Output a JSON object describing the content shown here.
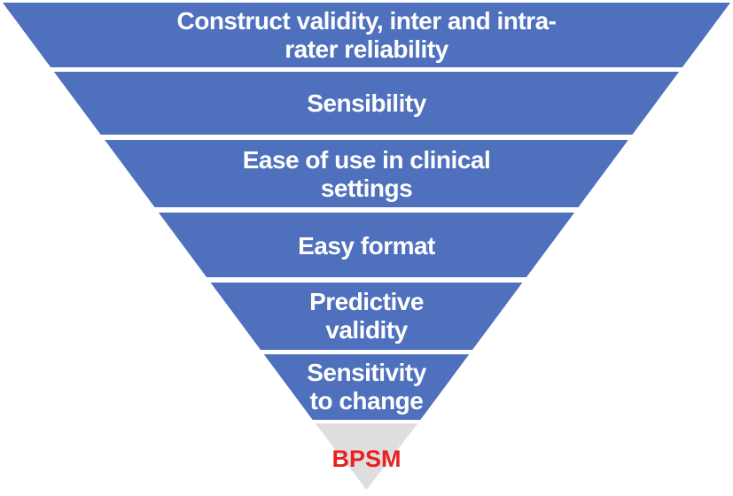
{
  "diagram": {
    "type": "inverted-pyramid",
    "levels": [
      {
        "label": "Construct validity, inter and intra-rater reliability",
        "lines": [
          "Construct validity, inter and intra-",
          "rater reliability"
        ]
      },
      {
        "label": "Sensibility",
        "lines": [
          "Sensibility"
        ]
      },
      {
        "label": "Ease of use in clinical settings",
        "lines": [
          "Ease of use in clinical",
          "settings"
        ]
      },
      {
        "label": "Easy format",
        "lines": [
          "Easy format"
        ]
      },
      {
        "label": "Predictive validity",
        "lines": [
          "Predictive",
          "validity"
        ]
      },
      {
        "label": "Sensitivity to change",
        "lines": [
          "Sensitivity",
          "to change"
        ]
      }
    ],
    "tip": {
      "label": "BPSM"
    }
  },
  "colors": {
    "level_fill": "#4f70bd",
    "level_stroke": "#3e5fa9",
    "level_text": "#ffffff",
    "tip_fill": "#dedede",
    "tip_text": "#e8201e",
    "background": "#ffffff"
  }
}
